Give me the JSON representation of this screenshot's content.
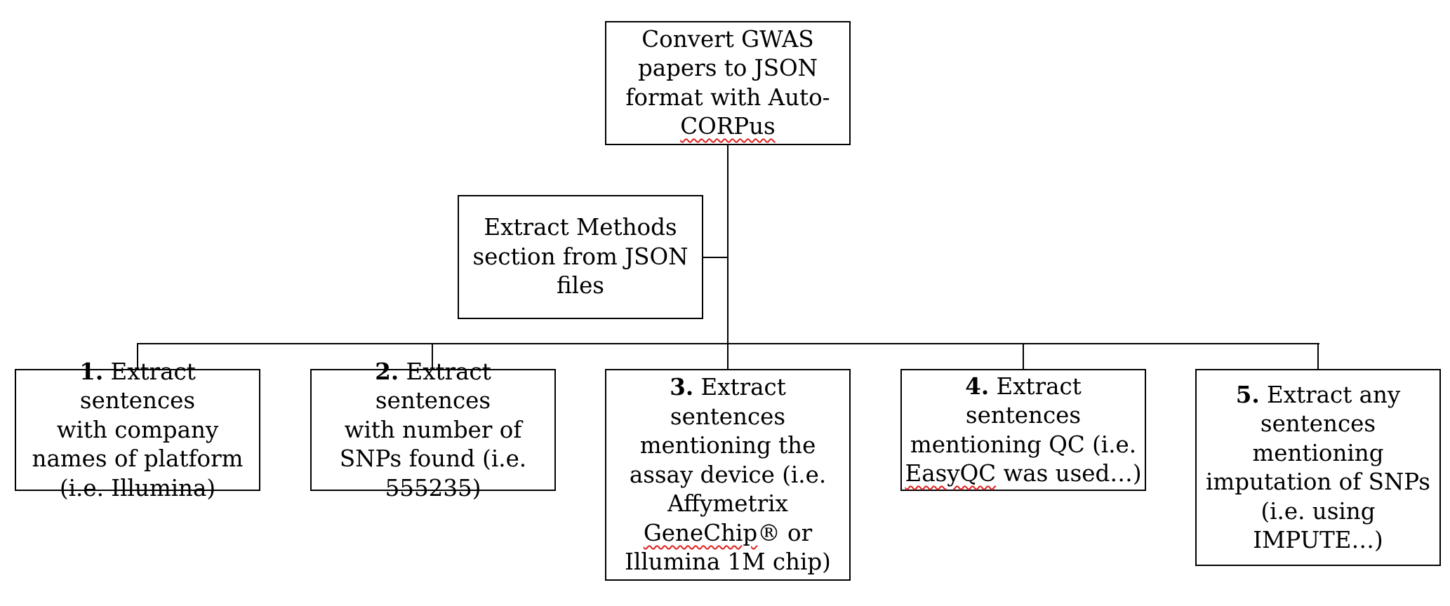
{
  "diagram": {
    "top": {
      "line1": "Convert GWAS",
      "line2": "papers to JSON",
      "line3": "format with Auto-",
      "line4": "CORPus"
    },
    "methods": {
      "line1": "Extract Methods",
      "line2": "section from JSON",
      "line3": "files"
    },
    "steps": [
      {
        "num": "1.",
        "line1": " Extract sentences",
        "line2": "with company",
        "line3": "names of platform",
        "line4": "(i.e. Illumina)"
      },
      {
        "num": "2.",
        "line1": " Extract sentences",
        "line2": "with number of",
        "line3": "SNPs found (i.e.",
        "line4": "555235)"
      },
      {
        "num": "3.",
        "line1": " Extract sentences",
        "line2": "mentioning the",
        "line3": "assay device (i.e.",
        "line4": "Affymetrix",
        "line5_a": "GeneChip",
        "line5_b": "® or",
        "line6": "Illumina 1M chip)"
      },
      {
        "num": "4.",
        "line1": " Extract sentences",
        "line2": "mentioning QC (i.e.",
        "line3_a": "EasyQC",
        "line3_b": " was used…)"
      },
      {
        "num": "5.",
        "line1": " Extract any",
        "line2": "sentences",
        "line3": "mentioning",
        "line4": "imputation of SNPs",
        "line5": "(i.e. using",
        "line6": "IMPUTE…)"
      }
    ]
  }
}
